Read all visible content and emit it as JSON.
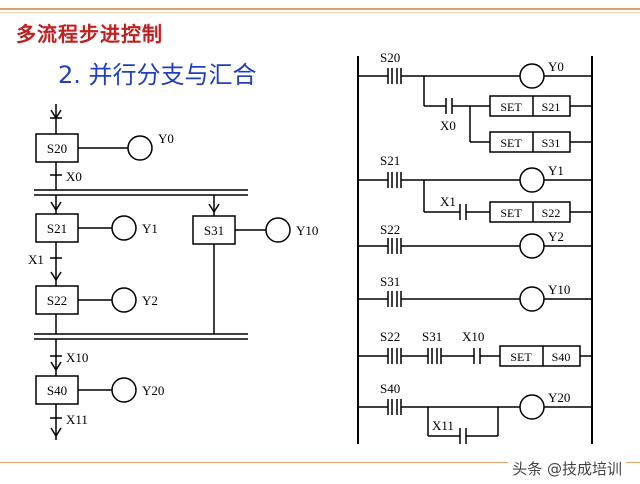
{
  "header": {
    "title": "多流程步进控制"
  },
  "subtitle": "2. 并行分支与汇合",
  "watermark": "头条 @技成培训",
  "sfc": {
    "steps": [
      "S20",
      "S21",
      "S22",
      "S31",
      "S40"
    ],
    "outputs": [
      "Y0",
      "Y1",
      "Y2",
      "Y10",
      "Y20"
    ],
    "transitions": [
      "X0",
      "X1",
      "X10",
      "X11"
    ]
  },
  "ladder": {
    "contacts": [
      "S20",
      "X0",
      "S21",
      "X1",
      "S22",
      "S31",
      "S22",
      "S31",
      "X10",
      "S40",
      "X11"
    ],
    "coils": [
      "Y0",
      "Y1",
      "Y2",
      "Y10",
      "Y20"
    ],
    "set_label": "SET",
    "set_targets": [
      "S21",
      "S31",
      "S22",
      "S40"
    ]
  }
}
